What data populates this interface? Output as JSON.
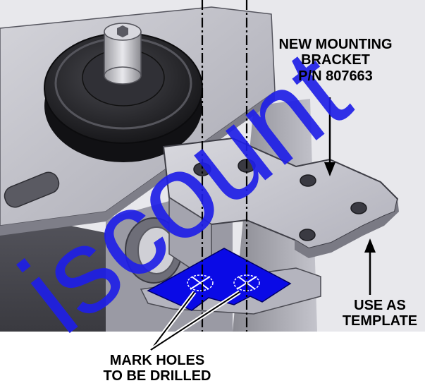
{
  "callouts": {
    "bracket": {
      "line1": "NEW MOUNTING",
      "line2": "BRACKET",
      "line3": "P/N 807663"
    },
    "template": {
      "line1": "USE AS",
      "line2": "TEMPLATE"
    },
    "mark_holes": {
      "line1": "MARK HOLES",
      "line2": "TO BE DRILLED"
    }
  },
  "watermark": {
    "text": "iscount"
  },
  "colors": {
    "highlight": "#0a0ae6",
    "watermark": "#1e1ee6",
    "steel_light": "#c9c9cf",
    "steel_dark": "#4a4a52",
    "pulley": "#2a2a2e"
  }
}
